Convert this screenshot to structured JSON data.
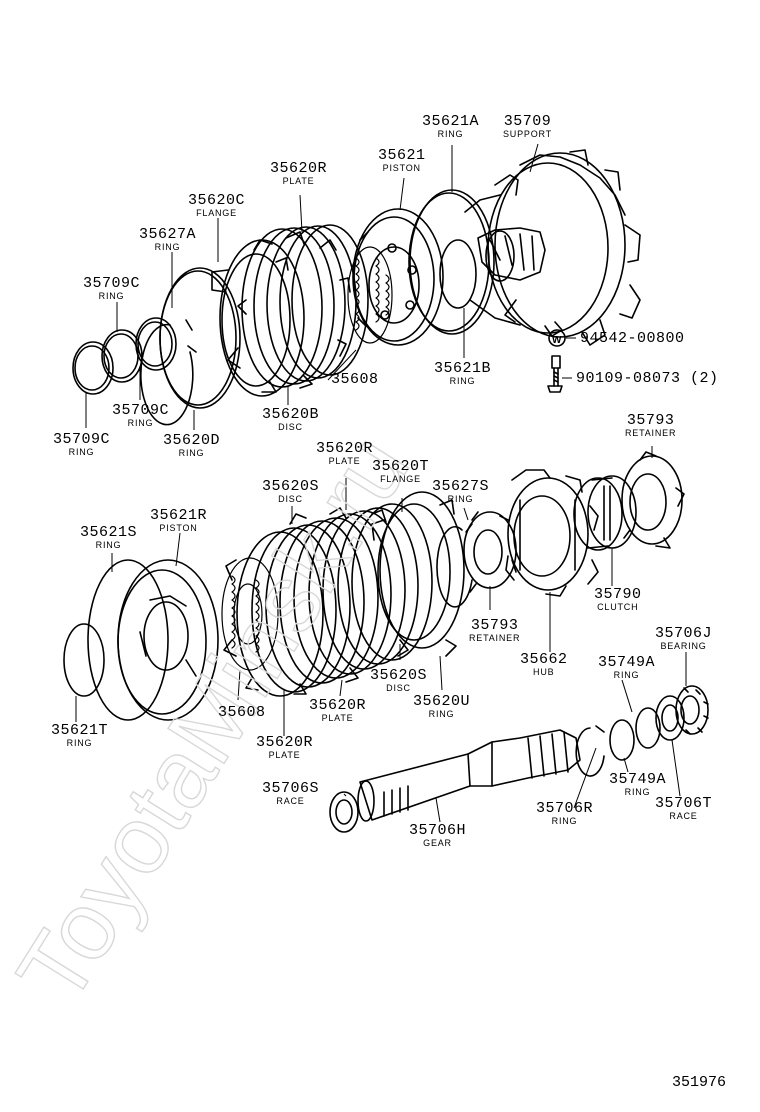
{
  "watermark": "ToyotaMinsk.ru",
  "drawing_number": "351976",
  "parts": [
    {
      "num": "35709",
      "name": "SUPPORT"
    },
    {
      "num": "35621A",
      "name": "RING"
    },
    {
      "num": "35621",
      "name": "PISTON"
    },
    {
      "num": "35620R",
      "name": "PLATE"
    },
    {
      "num": "35620C",
      "name": "FLANGE"
    },
    {
      "num": "35627A",
      "name": "RING"
    },
    {
      "num": "35709C",
      "name": "RING"
    },
    {
      "num": "35709C",
      "name": "RING"
    },
    {
      "num": "35709C",
      "name": "RING"
    },
    {
      "num": "35620D",
      "name": "RING"
    },
    {
      "num": "35620B",
      "name": "DISC"
    },
    {
      "num": "35608",
      "name": ""
    },
    {
      "num": "35621B",
      "name": "RING"
    },
    {
      "num": "94542-00800",
      "name": ""
    },
    {
      "num": "90109-08073 (2)",
      "name": ""
    },
    {
      "num": "35793",
      "name": "RETAINER"
    },
    {
      "num": "35620R",
      "name": "PLATE"
    },
    {
      "num": "35620T",
      "name": "FLANGE"
    },
    {
      "num": "35627S",
      "name": "RING"
    },
    {
      "num": "35620S",
      "name": "DISC"
    },
    {
      "num": "35621R",
      "name": "PISTON"
    },
    {
      "num": "35621S",
      "name": "RING"
    },
    {
      "num": "35793",
      "name": "RETAINER"
    },
    {
      "num": "35790",
      "name": "CLUTCH"
    },
    {
      "num": "35662",
      "name": "HUB"
    },
    {
      "num": "35706J",
      "name": "BEARING"
    },
    {
      "num": "35749A",
      "name": "RING"
    },
    {
      "num": "35621T",
      "name": "RING"
    },
    {
      "num": "35608",
      "name": ""
    },
    {
      "num": "35620S",
      "name": "DISC"
    },
    {
      "num": "35620U",
      "name": "RING"
    },
    {
      "num": "35620R",
      "name": "PLATE"
    },
    {
      "num": "35620R",
      "name": "PLATE"
    },
    {
      "num": "35749A",
      "name": "RING"
    },
    {
      "num": "35706S",
      "name": "RACE"
    },
    {
      "num": "35706R",
      "name": "RING"
    },
    {
      "num": "35706T",
      "name": "RACE"
    },
    {
      "num": "35706H",
      "name": "GEAR"
    }
  ],
  "washer_symbol": "W"
}
